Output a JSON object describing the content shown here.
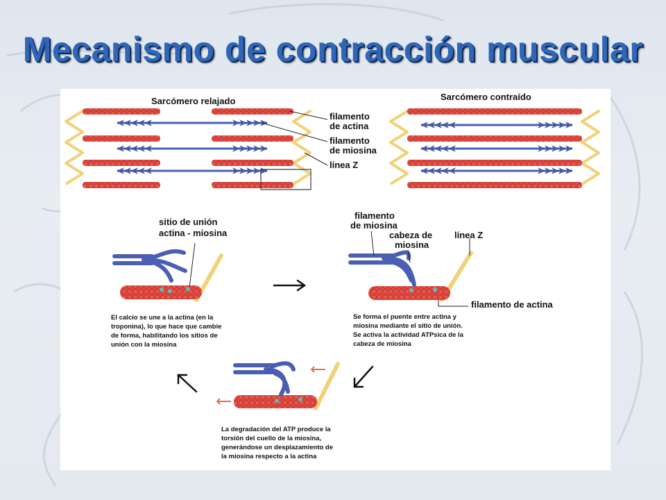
{
  "slide": {
    "title": "Mecanismo de contracción muscular"
  },
  "diagram": {
    "top": {
      "relaxed_label": "Sarcómero relajado",
      "contracted_label": "Sarcómero contraído",
      "actin_label_1": "filamento",
      "actin_label_2": "de actina",
      "myosin_label_1": "filamento",
      "myosin_label_2": "de miosina",
      "zline_label": "línea Z"
    },
    "step1": {
      "site_label_1": "sitio de unión",
      "site_label_2": "actina - miosina",
      "caption_1": "El calcio se une a la actina (en la",
      "caption_2": "troponina), lo que hace que cambie",
      "caption_3": "de forma, habilitando los sitios de",
      "caption_4": "unión con la miosina"
    },
    "step2": {
      "myosin_label_1": "filamento",
      "myosin_label_2": "de miosina",
      "head_label_1": "cabeza de",
      "head_label_2": "miosina",
      "zline_label": "línea Z",
      "actin_label": "filamento de actina",
      "caption_1": "Se forma el puente entre actina y",
      "caption_2": "miosina mediante el sitio de unión.",
      "caption_3": "Se activa la actividad ATPsica de la",
      "caption_4": "cabeza de miosina"
    },
    "step3": {
      "caption_1": "La degradación del ATP produce la",
      "caption_2": "torsión del cuello de la miosina,",
      "caption_3": "generándose un desplazamiento de",
      "caption_4": "la miosina respecto a la actina"
    },
    "colors": {
      "actin": "#e0483e",
      "myosin": "#4a5fb4",
      "zline": "#f0d27a",
      "site": "#5fbcc0",
      "title": "#2f66b6"
    }
  }
}
